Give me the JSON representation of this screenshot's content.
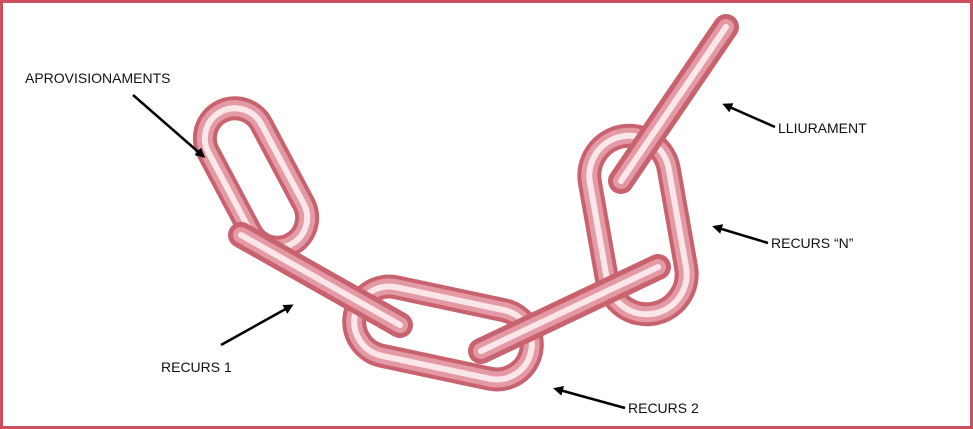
{
  "labels": {
    "supplies": "APROVISIONAMENTS",
    "delivery": "LLIURAMENT",
    "resource_n": "RECURS “N”",
    "resource_1": "RECURS 1",
    "resource_2": "RECURS 2"
  },
  "colors": {
    "frame_border": "#c8505f",
    "chain_outer": "#c9626f",
    "chain_mid": "#e49aa4",
    "chain_light": "#fbe6e9",
    "arrow": "#000000",
    "label_text": "#111111"
  }
}
